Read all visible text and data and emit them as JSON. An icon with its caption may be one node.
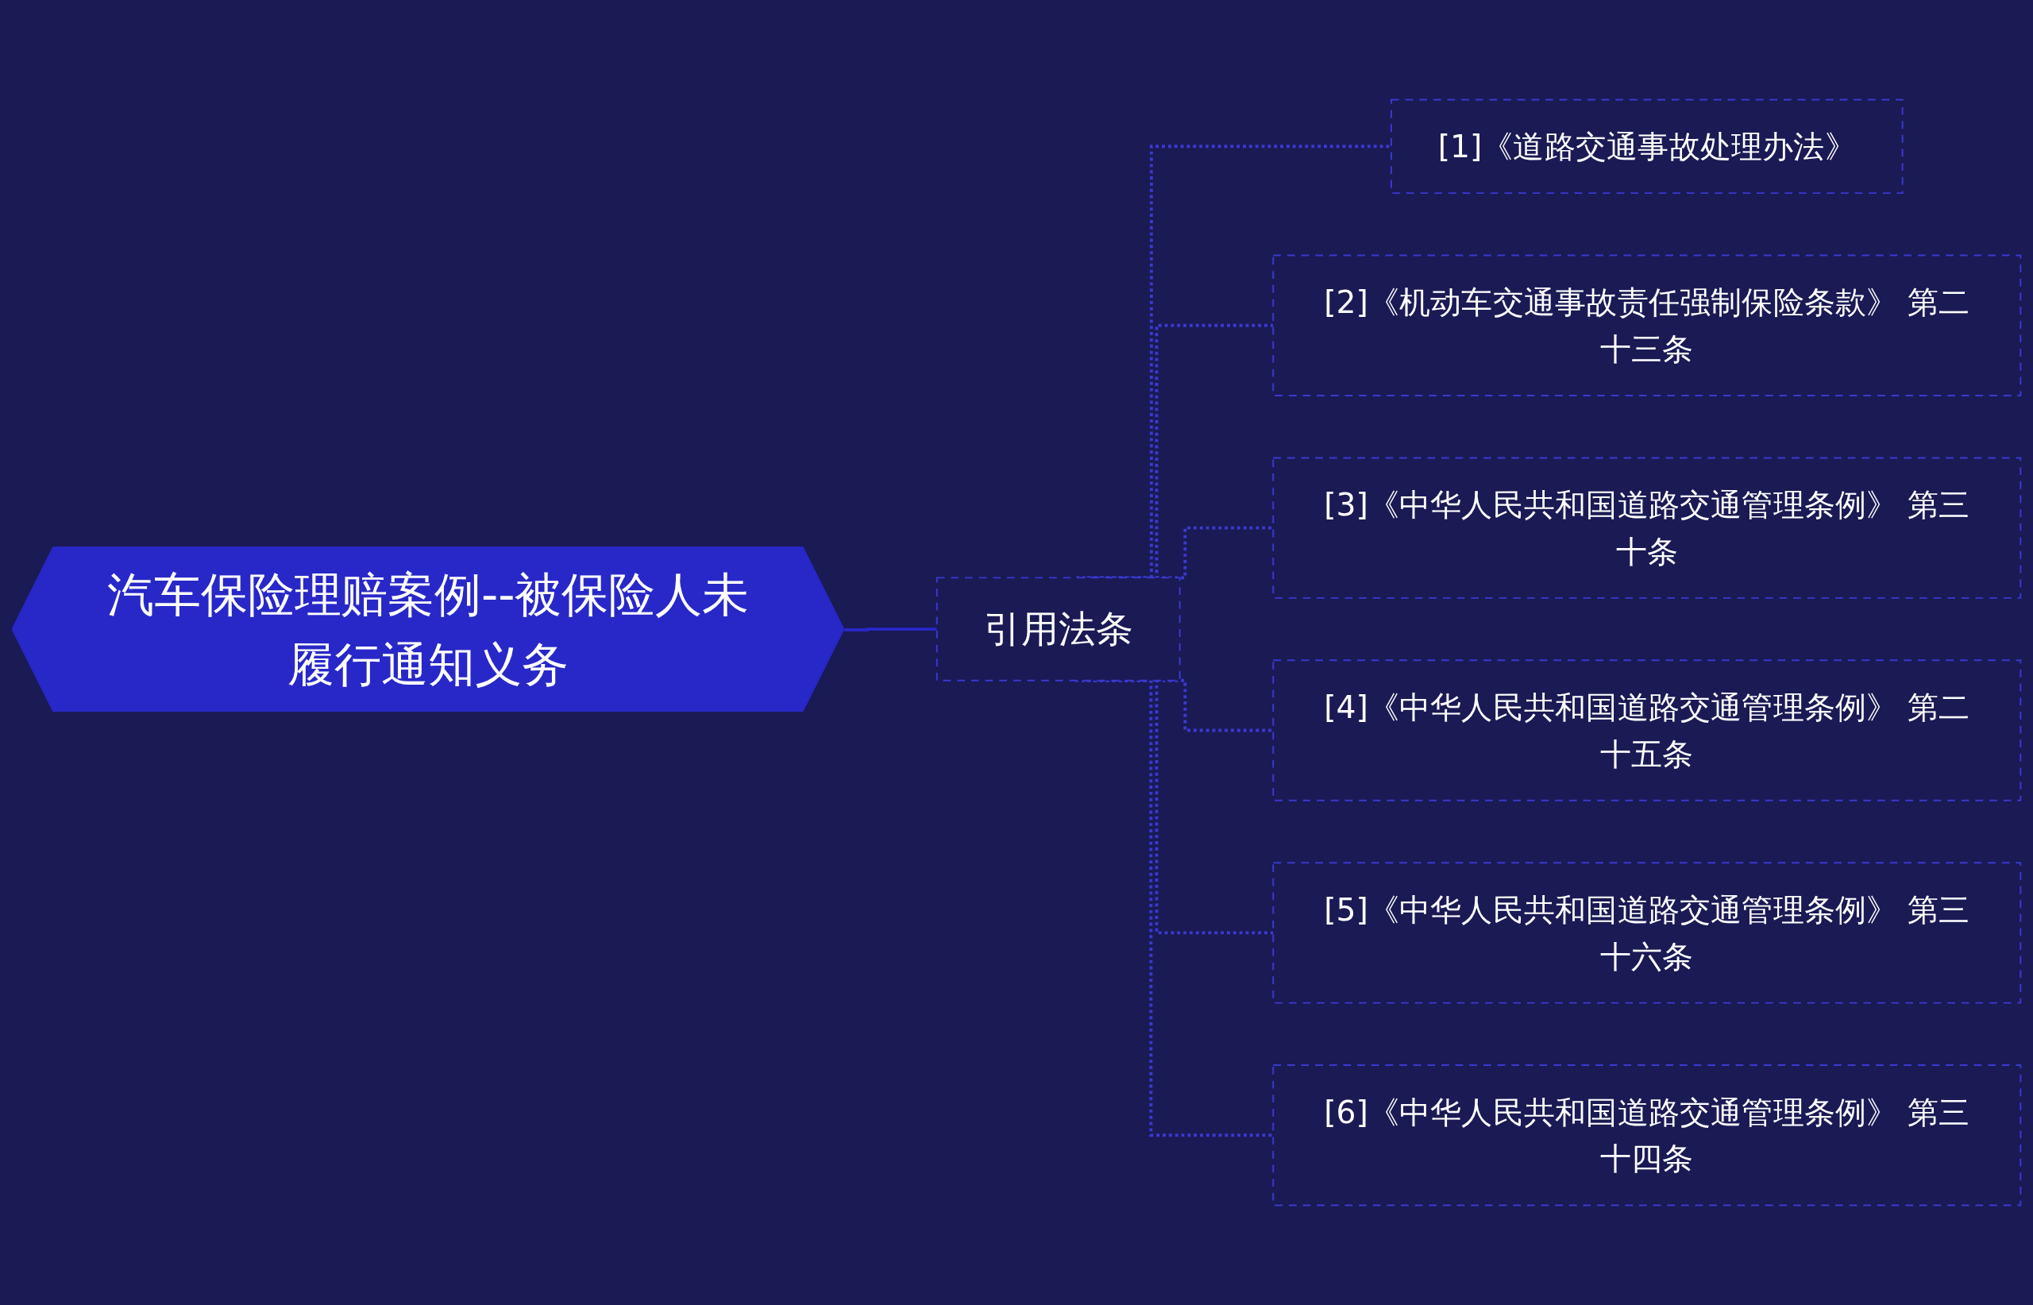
{
  "diagram": {
    "nodes": [
      {
        "text": [
          "汽车保险理赔案例--被保险人未履行通知义务"
        ]
      },
      {
        "text": [
          "引用法条"
        ]
      },
      {
        "text": [
          "[1]《道路交通事故处理办法》"
        ]
      },
      {
        "text": [
          "[2]《机动车交通事故责任强制保险条款》 第二十三条"
        ]
      },
      {
        "text": [
          "[3]《中华人民共和国道路交通管理条例》 第三十条"
        ]
      },
      {
        "text": [
          "[4]《中华人民共和国道路交通管理条例》 第二十五条"
        ]
      },
      {
        "text": [
          "[5]《中华人民共和国道路交通管理条例》 第三十六条"
        ]
      },
      {
        "text": [
          "[6]《中华人民共和国道路交通管理条例》 第三十四条"
        ]
      }
    ],
    "edges": [
      {
        "from": 0,
        "to": 1,
        "arrow": "none"
      },
      {
        "from": 1,
        "to": 2,
        "arrow": "none",
        "style": "dashed"
      },
      {
        "from": 1,
        "to": 3,
        "arrow": "none",
        "style": "dashed"
      },
      {
        "from": 1,
        "to": 4,
        "arrow": "none",
        "style": "dashed"
      },
      {
        "from": 1,
        "to": 5,
        "arrow": "none",
        "style": "dashed"
      },
      {
        "from": 1,
        "to": 6,
        "arrow": "none",
        "style": "dashed"
      },
      {
        "from": 1,
        "to": 7,
        "arrow": "none",
        "style": "dashed"
      }
    ]
  }
}
